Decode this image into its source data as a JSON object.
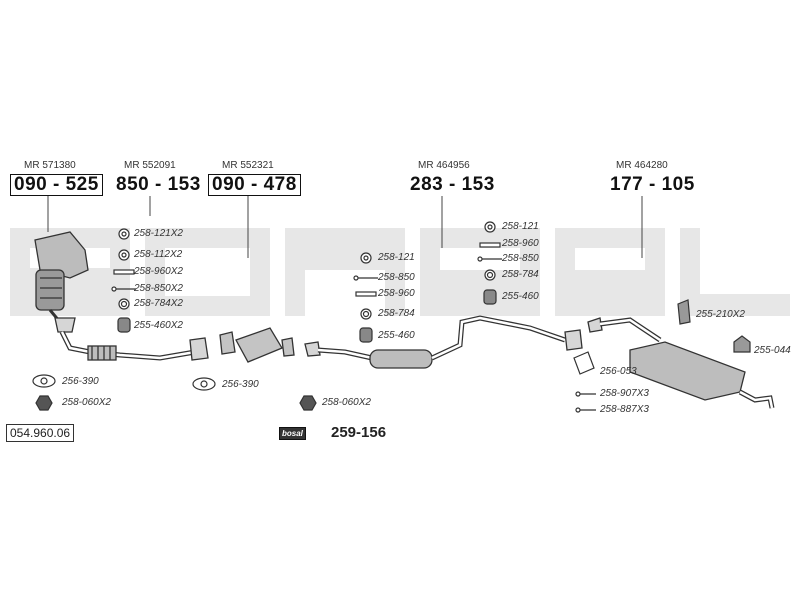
{
  "reference": "054.960.06",
  "groups": [
    {
      "id": "g1",
      "mr": "MR 571380",
      "number": "090 - 525",
      "boxed": true
    },
    {
      "id": "g2",
      "mr": "MR 552091",
      "number": "850 - 153",
      "boxed": false
    },
    {
      "id": "g3",
      "mr": "MR 552321",
      "number": "090 - 478",
      "boxed": true
    },
    {
      "id": "g4",
      "mr": "MR 464956",
      "number": "283 - 153",
      "boxed": false
    },
    {
      "id": "g5",
      "mr": "MR 464280",
      "number": "177 - 105",
      "boxed": false
    }
  ],
  "parts": {
    "g2_list": [
      "258-121X2",
      "258-112X2",
      "258-960X2",
      "258-850X2",
      "258-784X2",
      "255-460X2"
    ],
    "g4a_list": [
      "258-121",
      "258-850",
      "258-960",
      "258-784",
      "255-460"
    ],
    "g4b_list": [
      "258-121",
      "258-960",
      "258-850",
      "258-784",
      "255-460"
    ],
    "g5_hanger": "255-210X2",
    "g5_mount": "255-044",
    "g5_list": [
      "256-053",
      "258-907X3",
      "258-887X3"
    ],
    "left_gasket": "256-390",
    "left_nut": "258-060X2",
    "mid_gasket": "256-390",
    "mid_nut": "258-060X2"
  },
  "kit": {
    "brand": "bosal",
    "number": "259-156"
  }
}
